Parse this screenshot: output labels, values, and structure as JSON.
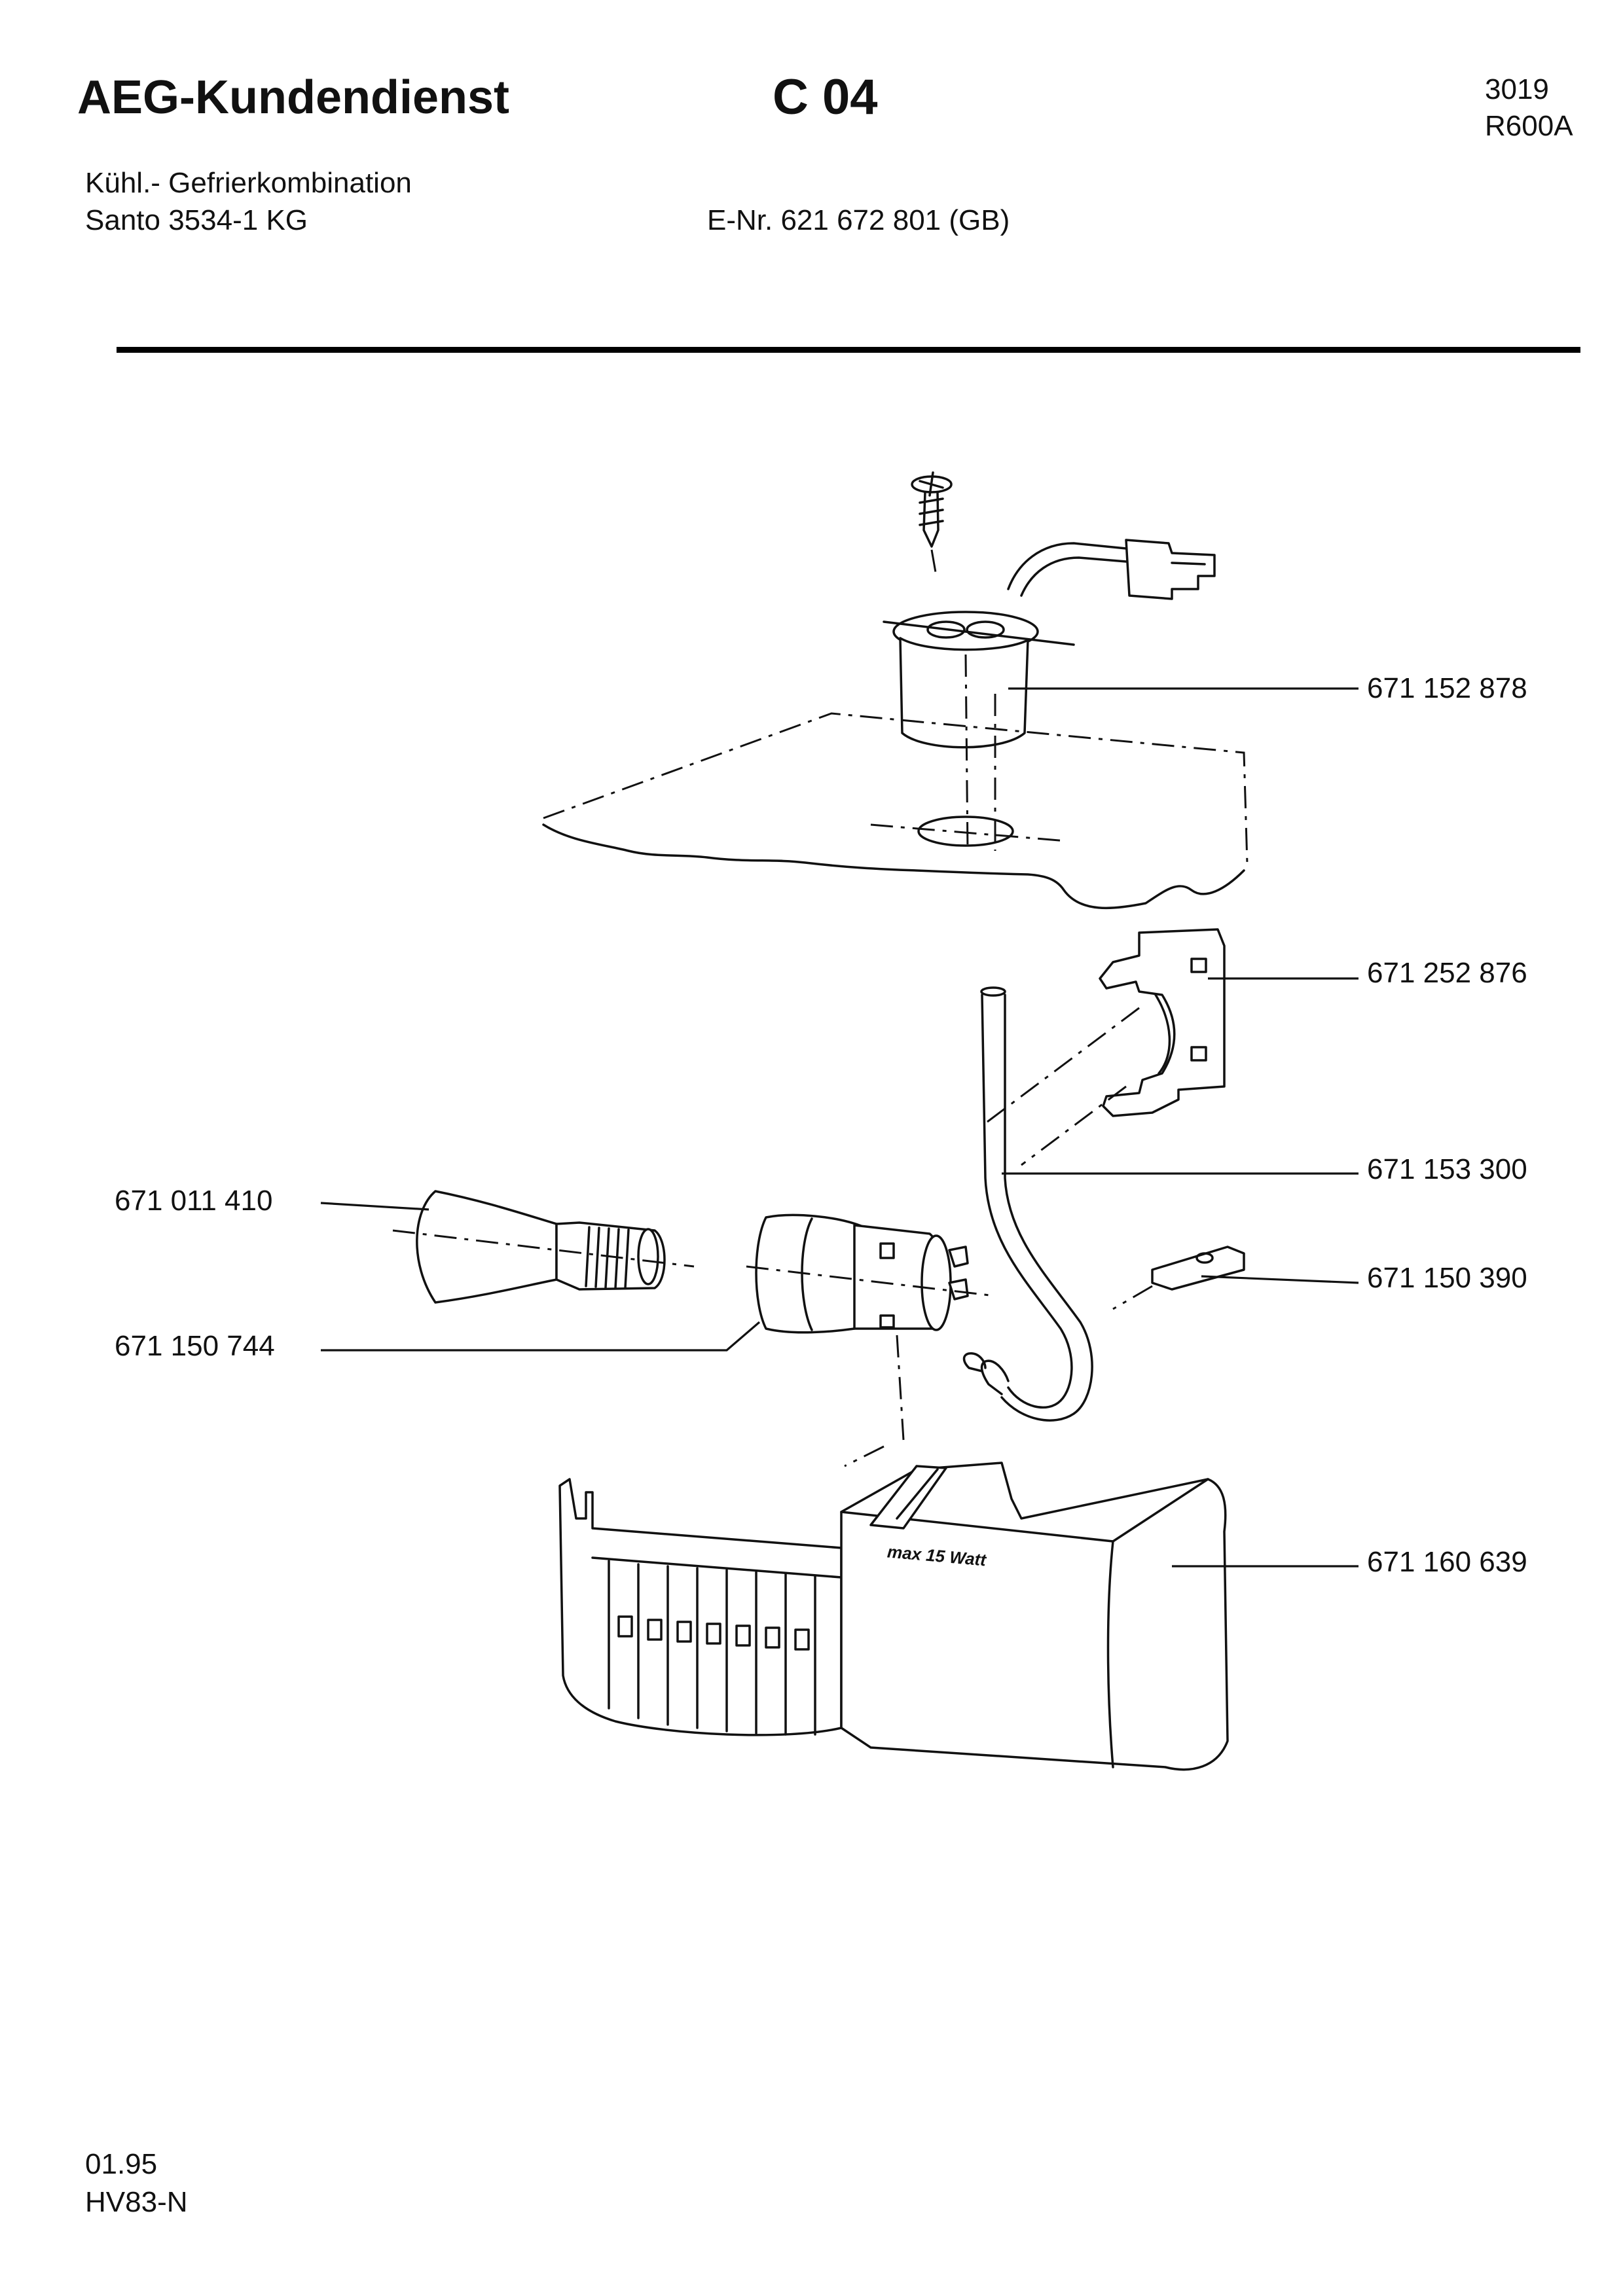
{
  "header": {
    "brand": "AEG-Kundendienst",
    "section": "C 04",
    "code_line1": "3019",
    "code_line2": "R600A"
  },
  "product": {
    "type": "Kühl.- Gefrierkombination",
    "model": "Santo 3534-1 KG",
    "enr": "E-Nr. 621 672 801   (GB)"
  },
  "footer": {
    "date": "01.95",
    "version": "HV83-N"
  },
  "parts": [
    {
      "id": "lamp-holder-top",
      "number": "671 152 878"
    },
    {
      "id": "clip-bracket",
      "number": "671 252 876"
    },
    {
      "id": "cable",
      "number": "671 153 300"
    },
    {
      "id": "bulb",
      "number": "671 011 410"
    },
    {
      "id": "terminal-plate",
      "number": "671 150 390"
    },
    {
      "id": "lamp-socket",
      "number": "671 150 744"
    },
    {
      "id": "lamp-cover",
      "number": "671 160 639"
    }
  ],
  "cover_stamp": "max 15 Watt",
  "colors": {
    "ink": "#111111",
    "paper": "#ffffff"
  }
}
